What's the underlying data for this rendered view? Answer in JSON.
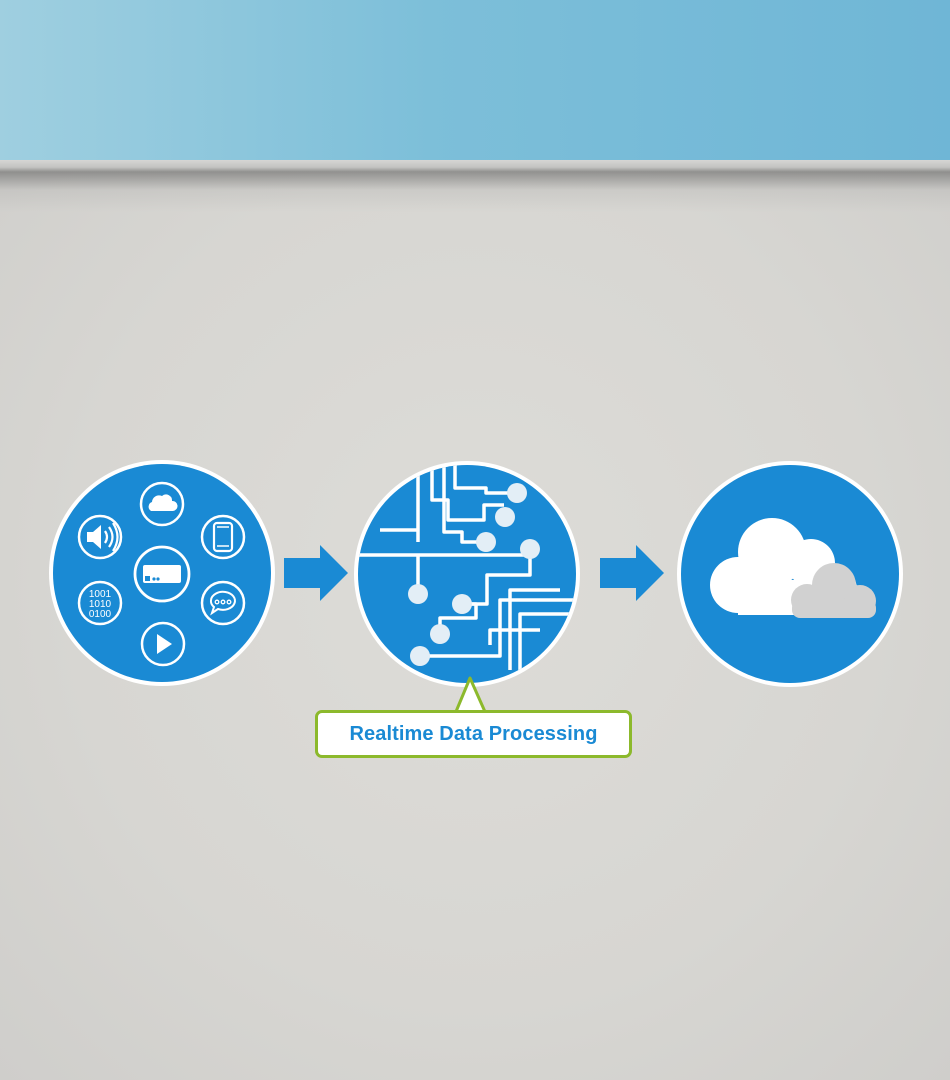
{
  "callout": {
    "label": "Realtime Data Processing"
  },
  "colors": {
    "circle_blue": "#1a8ad4",
    "arrow_blue": "#1a8ad4",
    "callout_border": "#8cb92c",
    "wall": "#d8d7d3",
    "sky": "#7dbfd9"
  },
  "sources": {
    "binary_text": [
      "1001",
      "1010",
      "0100"
    ],
    "icons": [
      "cloud-icon",
      "speaker-icon",
      "tablet-icon",
      "set-top-box-icon",
      "binary-data-icon",
      "chat-bubble-icon",
      "play-icon"
    ]
  },
  "processing": {
    "icon": "circuit-board-icon"
  },
  "destination": {
    "icons": [
      "cloud-icon",
      "cloud-secondary-icon"
    ]
  }
}
